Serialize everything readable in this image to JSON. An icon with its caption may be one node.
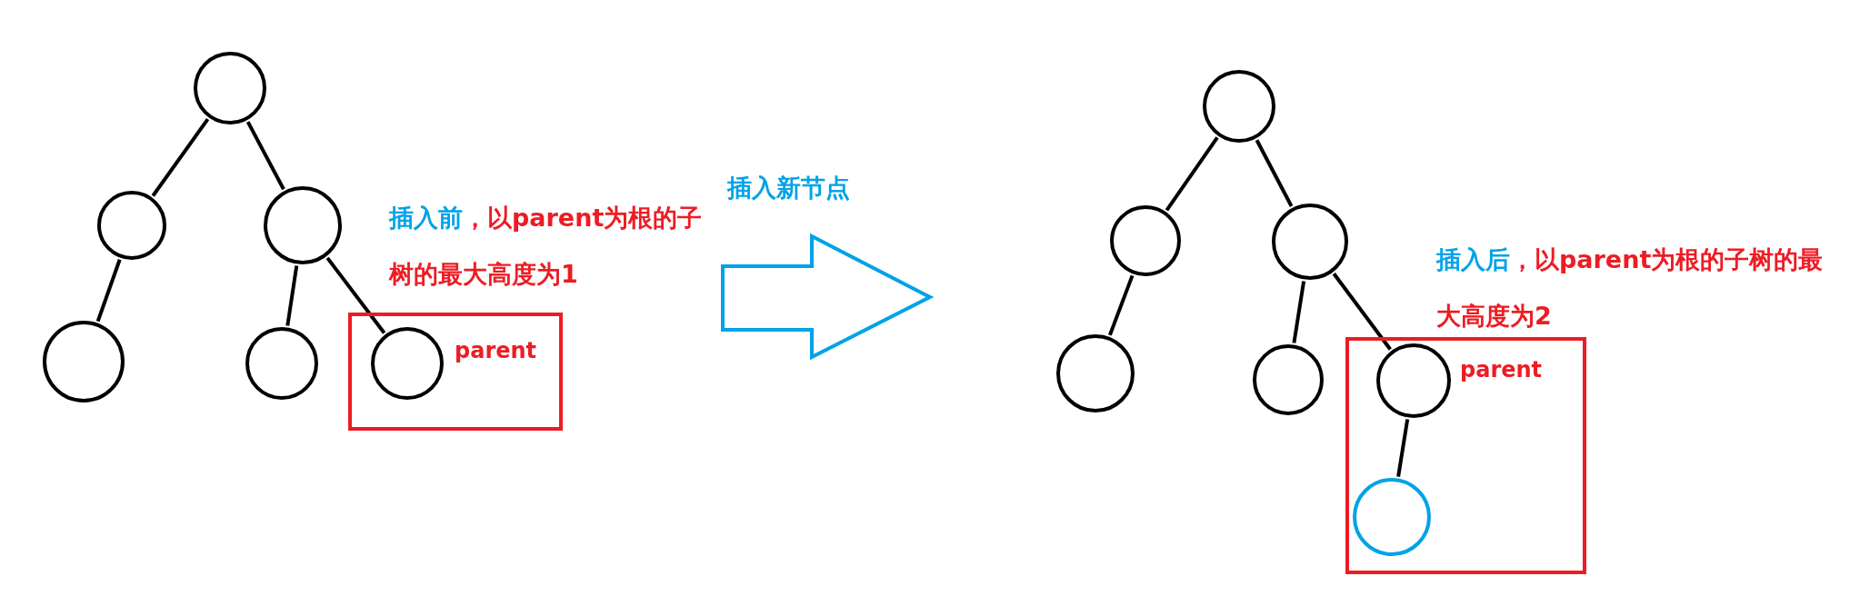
{
  "diagram": {
    "nodes": [
      {
        "text": [],
        "shape": "circle"
      },
      {
        "text": [],
        "shape": "circle"
      },
      {
        "text": [],
        "shape": "circle"
      },
      {
        "text": [],
        "shape": "circle"
      },
      {
        "text": [],
        "shape": "circle"
      },
      {
        "text": [
          "parent"
        ]
      },
      {
        "text": [],
        "shape": "circle",
        "in": 5
      },
      {
        "text": [],
        "shape": "circle"
      },
      {
        "text": [],
        "shape": "circle"
      },
      {
        "text": [],
        "shape": "circle"
      },
      {
        "text": [],
        "shape": "circle"
      },
      {
        "text": [],
        "shape": "circle"
      },
      {
        "text": [
          "parent"
        ]
      },
      {
        "text": [],
        "shape": "circle",
        "in": 12
      },
      {
        "text": [],
        "shape": "circle",
        "in": 12
      }
    ],
    "edges": [
      {
        "from": 0,
        "to": 1,
        "arrow": "none"
      },
      {
        "from": 0,
        "to": 2,
        "arrow": "none"
      },
      {
        "from": 1,
        "to": 3,
        "arrow": "none"
      },
      {
        "from": 2,
        "to": 4,
        "arrow": "none"
      },
      {
        "from": 2,
        "to": 6,
        "arrow": "none"
      },
      {
        "from": 7,
        "to": 8,
        "arrow": "none"
      },
      {
        "from": 7,
        "to": 9,
        "arrow": "none"
      },
      {
        "from": 8,
        "to": 10,
        "arrow": "none"
      },
      {
        "from": 9,
        "to": 11,
        "arrow": "none"
      },
      {
        "from": 9,
        "to": 13,
        "arrow": "none"
      },
      {
        "from": 13,
        "to": 14,
        "arrow": "none"
      }
    ],
    "labels": [
      "插入前",
      "，以parent为根的子树的最大高度为1",
      "插入新节点",
      "插入后",
      "，以parent为根的子树的最大高度为2"
    ]
  }
}
